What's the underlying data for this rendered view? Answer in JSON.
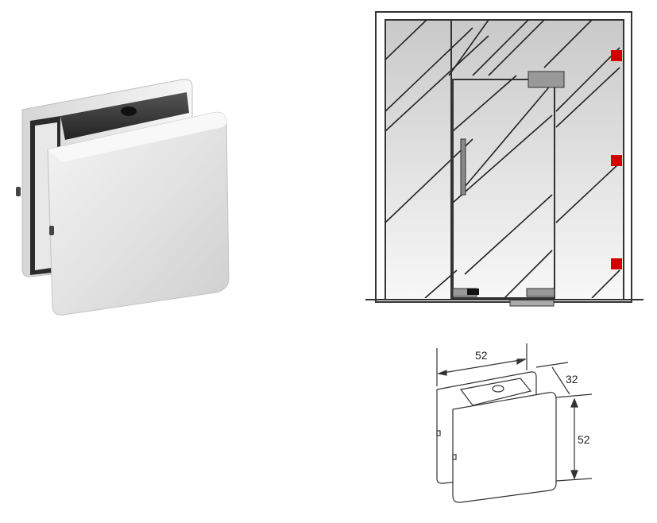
{
  "product_photo": {
    "description": "Square glass door patch clamp, polished chrome"
  },
  "installation_diagram": {
    "description": "Glass door with fixed side panels and clamps",
    "clamp_color": "#d40000",
    "clamp_count": 3
  },
  "dimension_drawing": {
    "width_label": "52",
    "depth_label": "32",
    "height_label": "52"
  }
}
